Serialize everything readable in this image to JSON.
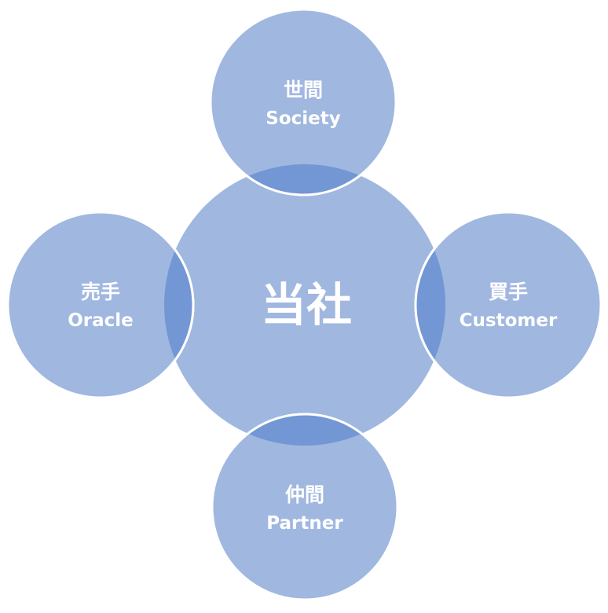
{
  "colors": {
    "fill": "#a0b7e0",
    "overlap": "#7397d4",
    "stroke": "#ffffff"
  },
  "center": {
    "label": "当社"
  },
  "nodes": {
    "top": {
      "jp": "世間",
      "en": "Society"
    },
    "left": {
      "jp": "売手",
      "en": "Oracle"
    },
    "right": {
      "jp": "買手",
      "en": "Customer"
    },
    "bottom": {
      "jp": "仲間",
      "en": "Partner"
    }
  }
}
